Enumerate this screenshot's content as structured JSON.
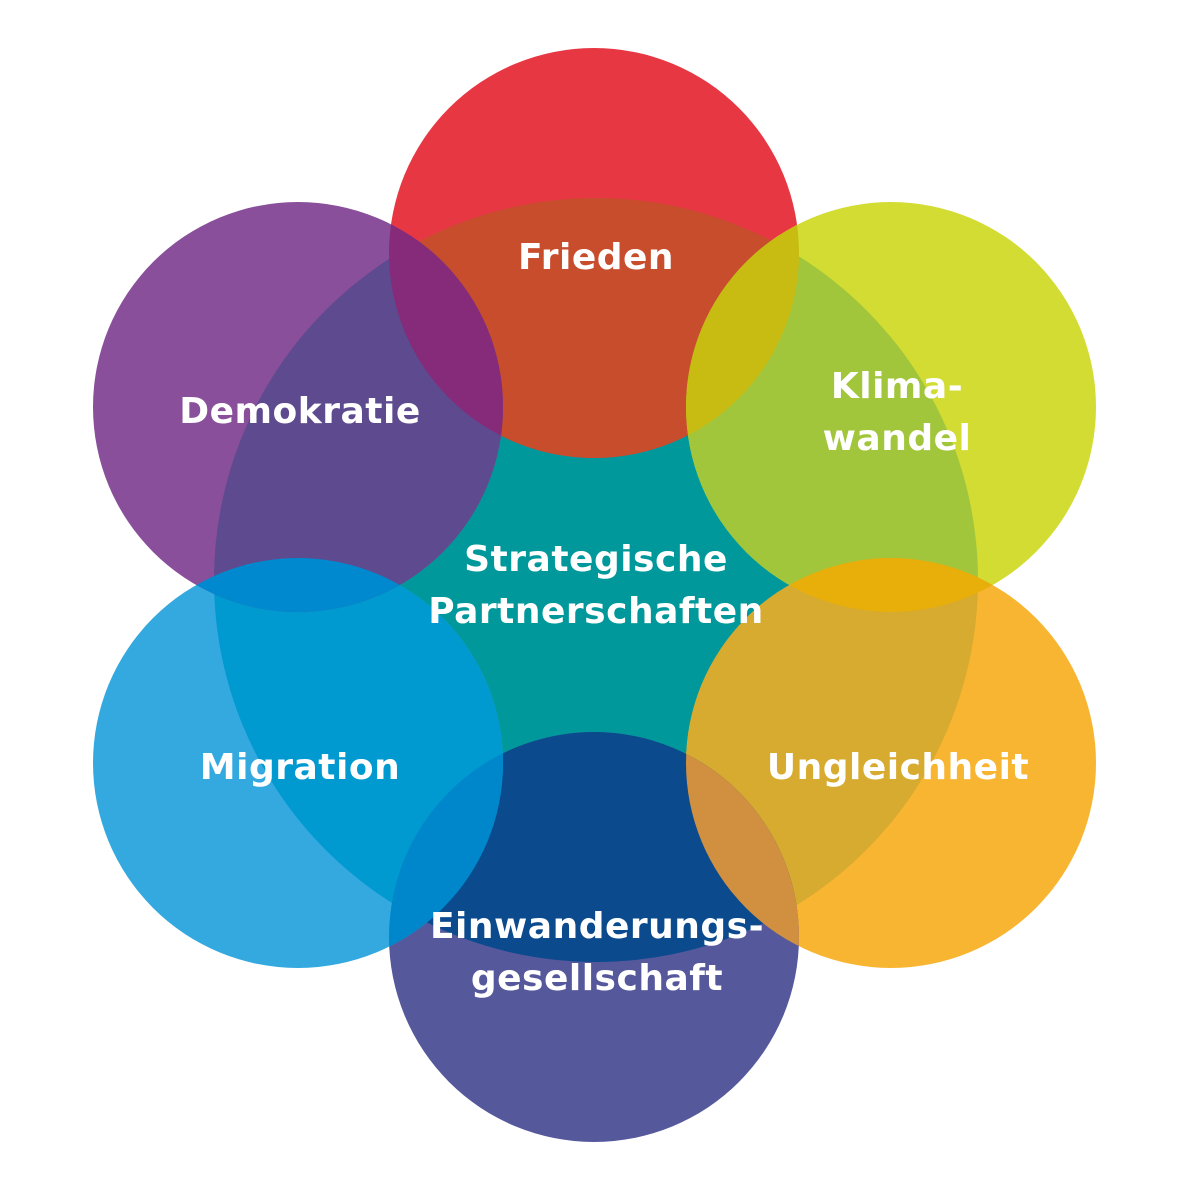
{
  "diagram": {
    "type": "flower-venn",
    "center": {
      "label_line1": "Strategische",
      "label_line2": "Partnerschaften",
      "color": "#00989A"
    },
    "petals": [
      {
        "id": "frieden",
        "label_line1": "Frieden",
        "label_line2": "",
        "color": "#E73743",
        "overlap_color": "#C84D2D"
      },
      {
        "id": "klimawandel",
        "label_line1": "Klima-",
        "label_line2": "wandel",
        "color": "#D3DC33",
        "overlap_color": "#A2C63B"
      },
      {
        "id": "ungleichheit",
        "label_line1": "Ungleichheit",
        "label_line2": "",
        "color": "#F8B532",
        "overlap_color": "#D7AA30"
      },
      {
        "id": "einwanderungsgesellschaft",
        "label_line1": "Einwanderungs-",
        "label_line2": "gesellschaft",
        "color": "#55589B",
        "overlap_color": "#0A4A8D"
      },
      {
        "id": "migration",
        "label_line1": "Migration",
        "label_line2": "",
        "color": "#34A9DF",
        "overlap_color": "#0099D0"
      },
      {
        "id": "demokratie",
        "label_line1": "Demokratie",
        "label_line2": "",
        "color": "#8A4F9A",
        "overlap_color": "#5E4A8F"
      }
    ],
    "pair_overlaps": {
      "frieden_klimawandel": "#C8BC12",
      "frieden_demokratie": "#852B79",
      "klimawandel_ungleichheit": "#E8AE0A",
      "ungleichheit_einwanderungsgesellschaft": "#D19040",
      "einwanderungsgesellschaft_migration": "#0087CB",
      "migration_demokratie": "#0089CE"
    }
  }
}
